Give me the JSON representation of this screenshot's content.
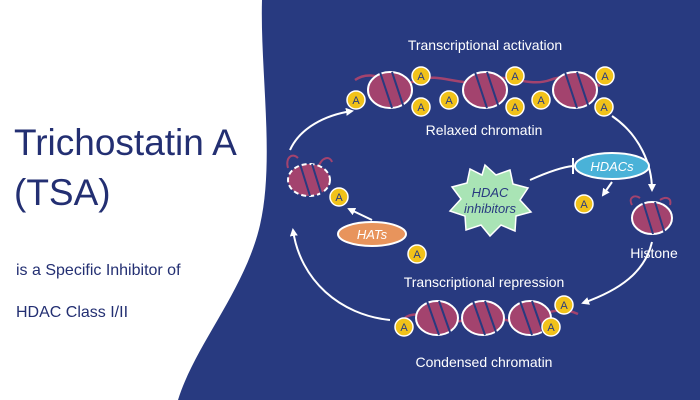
{
  "heading": {
    "title_line1": "Trichostatin A",
    "title_line2": "(TSA)",
    "subtitle_line1": "is a Specific Inhibitor of",
    "subtitle_line2": "HDAC Class I/II"
  },
  "diagram": {
    "top_label": "Transcriptional activation",
    "relaxed_label": "Relaxed chromatin",
    "repression_label": "Transcriptional repression",
    "condensed_label": "Condensed chromatin",
    "histone_label": "Histone",
    "hdacs_label": "HDACs",
    "hats_label": "HATs",
    "inhibitor_line1": "HDAC",
    "inhibitor_line2": "inhibitors",
    "acetyl_mark": "A"
  },
  "colors": {
    "background": "#ffffff",
    "panel": "#283a80",
    "title_text": "#232f72",
    "nucleosome": "#a3436e",
    "acetyl": "#f1c21a",
    "hdacs_pill": "#4ab2d8",
    "hats_pill": "#e8945c",
    "starburst": "#a9e4b5",
    "white": "#ffffff"
  }
}
